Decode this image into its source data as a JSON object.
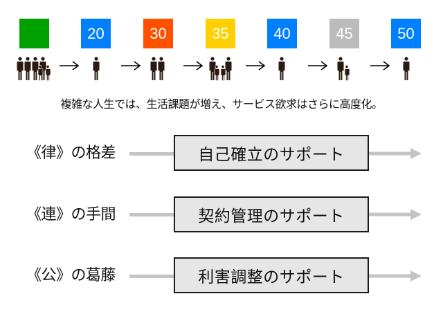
{
  "timeline": {
    "stages": [
      {
        "age": "",
        "color": "#00a000",
        "people": "family-group-icon"
      },
      {
        "age": "20",
        "color": "#0080ff",
        "people": "single-person-icon"
      },
      {
        "age": "30",
        "color": "#ff5000",
        "people": "couple-icon"
      },
      {
        "age": "35",
        "color": "#ffd000",
        "people": "couple-with-children-icon"
      },
      {
        "age": "40",
        "color": "#0080ff",
        "people": "single-person-icon"
      },
      {
        "age": "45",
        "color": "#bbbbbb",
        "people": "parent-with-child-icon"
      },
      {
        "age": "50",
        "color": "#0080ff",
        "people": "single-person-icon"
      }
    ],
    "arrow_glyph": "→"
  },
  "subtitle": "複雑な人生では、生活課題が増え、サービス欲求はさらに高度化。",
  "rows": [
    {
      "label": "《律》の格差",
      "support": "自己確立のサポート"
    },
    {
      "label": "《連》の手間",
      "support": "契約管理のサポート"
    },
    {
      "label": "《公》の葛藤",
      "support": "利害調整のサポート"
    }
  ],
  "colors": {
    "connector": "#c4c4c4",
    "box_fill": "#e6e6e6",
    "box_border": "#1a1a1a",
    "people": "#2a1a12"
  }
}
